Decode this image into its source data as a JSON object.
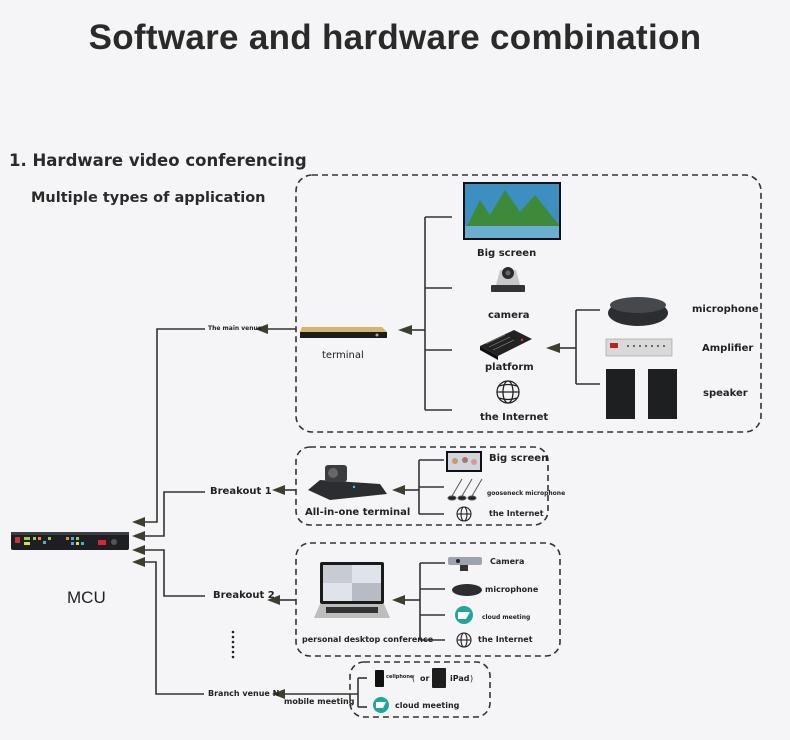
{
  "title": "Software and hardware combination",
  "section_heading": "1. Hardware video conferencing",
  "section_subheading": "Multiple types of application",
  "mcu": {
    "label": "MCU"
  },
  "main_venue": {
    "branch_label": "The main venue",
    "hub_label": "terminal",
    "devices": [
      "Big screen",
      "camera",
      "platform",
      "the Internet"
    ],
    "audio_devices": [
      "microphone",
      "Amplifier",
      "speaker"
    ]
  },
  "breakout_1": {
    "branch_label": "Breakout 1",
    "hub_label": "All-in-one terminal",
    "devices": [
      "Big screen",
      "gooseneck microphone",
      "the Internet"
    ]
  },
  "breakout_2": {
    "branch_label": "Breakout 2",
    "hub_label": "personal desktop conference",
    "devices": [
      "Camera",
      "microphone",
      "cloud meeting",
      "the Internet"
    ]
  },
  "branch_n": {
    "branch_label": "Branch venue N",
    "hub_label": "mobile meeting",
    "cellphone": "cellphone",
    "open_paren": "(",
    "or": "or",
    "ipad": "iPad",
    "close_paren": ")",
    "cloud": "cloud meeting"
  },
  "colors": {
    "line": "#333333",
    "arrow": "#3a4030",
    "dashed_border": "#333333",
    "background": "#f5f5f7"
  }
}
